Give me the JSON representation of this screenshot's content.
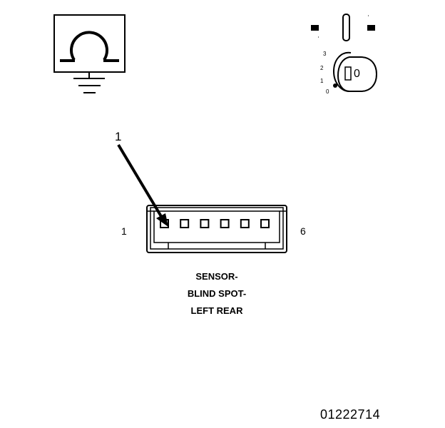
{
  "ohmmeter_icon": {
    "symbol": "Ω",
    "name": "ohmmeter-icon"
  },
  "ignition_icon": {
    "name": "ignition-key-icon",
    "positions": [
      "3",
      "2",
      "1",
      "0"
    ],
    "key_head_letter": "0"
  },
  "connector": {
    "callout_number": "1",
    "pin_start_label": "1",
    "pin_end_label": "6",
    "pin_count": 6,
    "title_lines": [
      "SENSOR-",
      "BLIND SPOT-",
      "LEFT REAR"
    ]
  },
  "figure_id": "01222714",
  "colors": {
    "line": "#000000",
    "background": "#ffffff"
  }
}
